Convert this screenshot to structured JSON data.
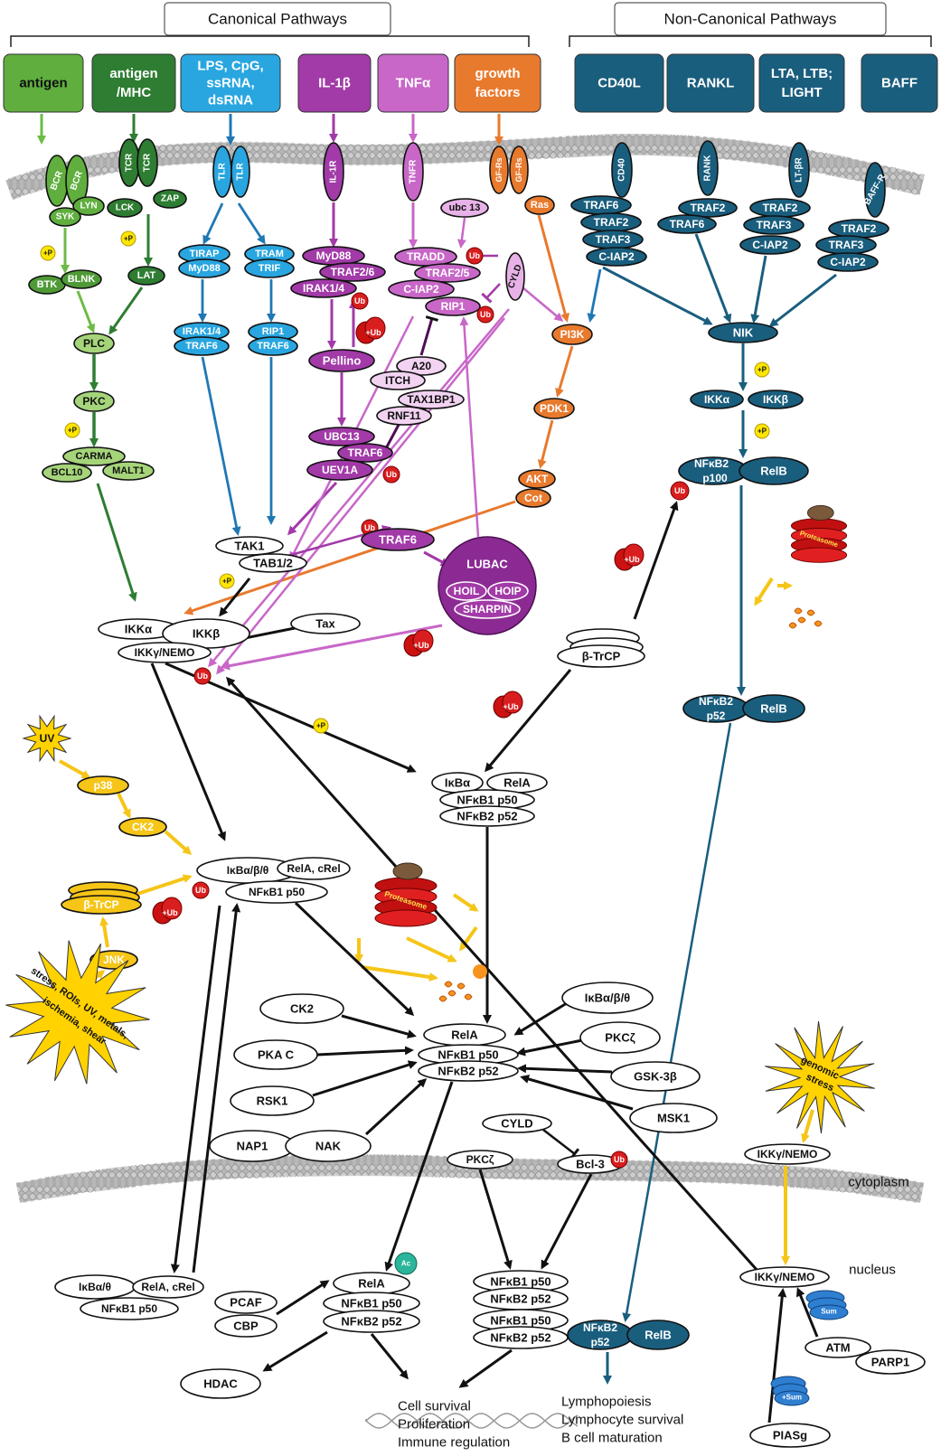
{
  "headers": {
    "canonical": "Canonical Pathways",
    "noncanonical": "Non-Canonical Pathways"
  },
  "stimuli": [
    {
      "id": "antigen",
      "lines": [
        "antigen"
      ],
      "color": "#5fae3e"
    },
    {
      "id": "antigen-mhc",
      "lines": [
        "antigen",
        "/MHC"
      ],
      "color": "#2e7d32"
    },
    {
      "id": "lps",
      "lines": [
        "LPS, CpG,",
        "ssRNA,",
        "dsRNA"
      ],
      "color": "#29a6e0"
    },
    {
      "id": "il1b",
      "lines": [
        "IL-1β"
      ],
      "color": "#a23aa8"
    },
    {
      "id": "tnfa",
      "lines": [
        "TNFα"
      ],
      "color": "#c867c8"
    },
    {
      "id": "growth",
      "lines": [
        "growth",
        "factors"
      ],
      "color": "#e87a2e"
    },
    {
      "id": "cd40l",
      "lines": [
        "CD40L"
      ],
      "color": "#1a5e7e"
    },
    {
      "id": "rankl",
      "lines": [
        "RANKL"
      ],
      "color": "#1a5e7e"
    },
    {
      "id": "lta",
      "lines": [
        "LTA, LTB;",
        "LIGHT"
      ],
      "color": "#1a5e7e"
    },
    {
      "id": "baff",
      "lines": [
        "BAFF"
      ],
      "color": "#1a5e7e"
    }
  ],
  "receptors": {
    "bcr": "BCR",
    "lyn": "LYN",
    "syk": "SYK",
    "tcr": "TCR",
    "lck": "LCK",
    "zap": "ZAP",
    "tlr": "TLR",
    "il1r": "IL-1R",
    "tnfr": "TNFR",
    "gfr": "GF-Rs",
    "cd40": "CD40",
    "rank": "RANK",
    "ltbr": "LT-βR",
    "baffr": "BAFF-R"
  },
  "proteins": {
    "btk": "BTK",
    "blnk": "BLNK",
    "lat": "LAT",
    "plc": "PLC",
    "pkc": "PKC",
    "carma": "CARMA",
    "bcl10": "BCL10",
    "malt1": "MALT1",
    "tirap": "TIRAP",
    "myd88_tlr": "MyD88",
    "tram": "TRAM",
    "trif": "TRIF",
    "irak14_tlr": "IRAK1/4",
    "traf6_tlr1": "TRAF6",
    "rip1_tlr": "RIP1",
    "traf6_tlr2": "TRAF6",
    "myd88": "MyD88",
    "traf26": "TRAF2/6",
    "irak14": "IRAK1/4",
    "pellino": "Pellino",
    "ubc13": "UBC13",
    "traf6_b": "TRAF6",
    "uev1a": "UEV1A",
    "ubc13_tnf": "ubc 13",
    "ras": "Ras",
    "tradd": "TRADD",
    "traf25": "TRAF2/5",
    "ciap2": "C-IAP2",
    "rip1": "RIP1",
    "cyld_top": "CYLD",
    "a20": "A20",
    "itch": "ITCH",
    "tax1bp1": "TAX1BP1",
    "rnf11": "RNF11",
    "pi3k": "PI3K",
    "pdk1": "PDK1",
    "akt": "AKT",
    "cot": "Cot",
    "traf6_cd40": "TRAF6",
    "traf2_cd40": "TRAF2",
    "traf3_cd40": "TRAF3",
    "ciap2_cd40": "C-IAP2",
    "traf2_rank": "TRAF2",
    "traf6_rank": "TRAF6",
    "traf2_lt": "TRAF2",
    "traf3_lt": "TRAF3",
    "ciap2_lt": "C-IAP2",
    "traf2_baff": "TRAF2",
    "traf3_baff": "TRAF3",
    "ciap2_baff": "C-IAP2",
    "nik": "NIK",
    "ikka_nc": "IKKα",
    "ikkb_nc": "IKKβ",
    "nfkb2_p100": "NFκB2 p100",
    "relb_1": "RelB",
    "nfkb2_p52": "NFκB2 p52",
    "relb_2": "RelB",
    "tak1": "TAK1",
    "tab12": "TAB1/2",
    "traf6_c": "TRAF6",
    "lubac": "LUBAC",
    "hoil": "HOIL",
    "hoip": "HOIP",
    "sharpin": "SHARPIN",
    "ikka": "IKKα",
    "ikkb": "IKKβ",
    "ikkg": "IKKγ/NEMO",
    "tax": "Tax",
    "btrcp_stack": "β-TrCP",
    "ikba": "IκBα",
    "rela_1": "RelA",
    "nfkb1_p50_1": "NFκB1 p50",
    "nfkb2_p52_1": "NFκB2 p52",
    "uv": "UV",
    "p38": "p38",
    "ck2_left": "CK2",
    "btrcp_left": "β-TrCP",
    "jnk": "JNK",
    "ikb_abe": "IκBα/β/θ",
    "rela_crel": "RelA, cRel",
    "nfkb1_p50_2": "NFκB1 p50",
    "ck2": "CK2",
    "pkac": "PKA C",
    "rsk1": "RSK1",
    "nap1": "NAP1",
    "nak": "NAK",
    "rela_2": "RelA",
    "nfkb1_p50_3": "NFκB1 p50",
    "nfkb2_p52_3": "NFκB2 p52",
    "ikb_abe_r": "IκBα/β/θ",
    "pkcz": "PKCζ",
    "gsk3b": "GSK-3β",
    "msk1": "MSK1",
    "cyld_bot": "CYLD",
    "pkcz_2": "PKCζ",
    "bcl3": "Bcl-3",
    "ikkg_2": "IKKγ/NEMO",
    "ikkg_3": "IKKγ/NEMO",
    "atm": "ATM",
    "parp1": "PARP1",
    "piasg": "PIASg",
    "ikb_ae_n": "IκBα/θ",
    "rela_crel_n": "RelA, cRel",
    "nfkb1_p50_n": "NFκB1 p50",
    "pcaf": "PCAF",
    "cbp": "CBP",
    "rela_n": "RelA",
    "nfkb1_p50_n2": "NFκB1 p50",
    "nfkb2_p52_n2": "NFκB2 p52",
    "nfkb1_p50_n3": "NFκB1 p50",
    "nfkb2_p52_n3": "NFκB2 p52",
    "nfkb1_p50_n4": "NFκB1 p50",
    "nfkb2_p52_n4": "NFκB2 p52",
    "nfkb2_p52_n5": "NFκB2 p52",
    "relb_n": "RelB",
    "hdac": "HDAC"
  },
  "badges": {
    "plus_p": "+P",
    "plus_ub": "+Ub",
    "ub": "Ub",
    "ac": "Ac",
    "sum": "Sum",
    "plus_sum": "+Sum"
  },
  "proteasome": "Proteasome",
  "stress": {
    "left": [
      "stress, ROIs, UV, metals,",
      "ischemia, shear"
    ],
    "genomic": [
      "genomic",
      "stress"
    ]
  },
  "compartments": {
    "cytoplasm": "cytoplasm",
    "nucleus": "nucleus"
  },
  "outcomes": {
    "left": [
      "Cell survival",
      "Proliferation",
      "Immune regulation"
    ],
    "right": [
      "Lymphopoiesis",
      "Lymphocyte survival",
      "B cell maturation"
    ]
  },
  "colors": {
    "green_light": "#8bc34a",
    "green": "#5fae3e",
    "green_dark": "#2e7d32",
    "blue": "#29a6e0",
    "purple": "#a23aa8",
    "pink": "#c867c8",
    "orange": "#e87a2e",
    "navy": "#1a5e7e",
    "yellow": "#f5c518",
    "red": "#d81e1e"
  }
}
